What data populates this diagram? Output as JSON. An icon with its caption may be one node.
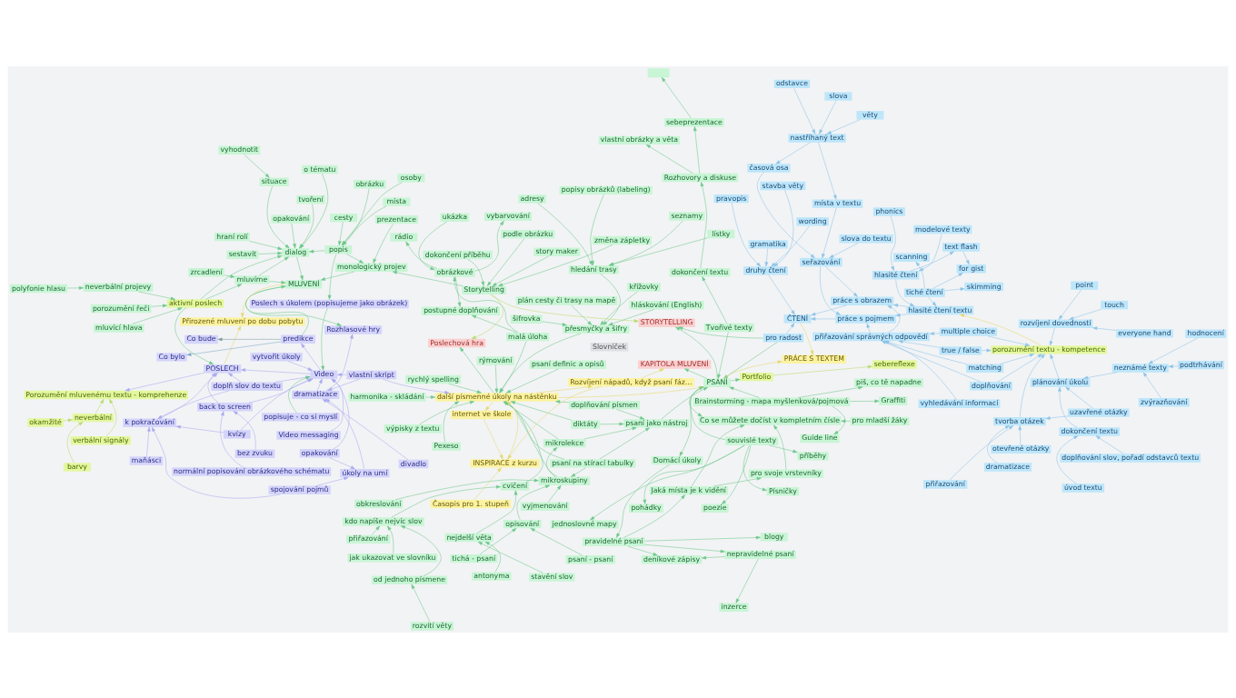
{
  "diagram": {
    "nodes": [
      {
        "text": [
          "porozumění textu - kompetence"
        ]
      },
      {
        "text": [
          "rozvíjení dovedností"
        ]
      },
      {
        "text": [
          "touch"
        ]
      },
      {
        "text": [
          "point"
        ]
      },
      {
        "text": [
          "everyone hand"
        ]
      },
      {
        "text": [
          "plánování úkolu"
        ]
      },
      {
        "text": [
          "neznámé texty"
        ]
      },
      {
        "text": [
          "hodnocení"
        ]
      },
      {
        "text": [
          "podtrhávání"
        ]
      },
      {
        "text": [
          "zvýrazňování"
        ]
      },
      {
        "text": [
          "dokončení textu"
        ]
      },
      {
        "text": [
          "doplňování slov, pořadí odstavců textu"
        ]
      },
      {
        "text": [
          "úvod textu"
        ]
      },
      {
        "text": [
          "uzavřené otázky"
        ]
      },
      {
        "text": [
          "tvorba otázek"
        ]
      },
      {
        "text": [
          "otevřené otázky"
        ]
      },
      {
        "text": [
          "přiřazování"
        ]
      },
      {
        "text": [
          "dramatizace"
        ]
      },
      {
        "text": [
          "matching"
        ]
      },
      {
        "text": [
          "multiple choice"
        ]
      },
      {
        "text": [
          "doplňování"
        ]
      },
      {
        "text": [
          "true / false"
        ]
      },
      {
        "text": [
          "přiřazování správných odpovědí"
        ]
      },
      {
        "text": [
          "vyhledávání informací"
        ]
      },
      {
        "text": [
          "nastříhaný text"
        ]
      },
      {
        "text": [
          "slova"
        ]
      },
      {
        "text": [
          "věty"
        ]
      },
      {
        "text": [
          "odstavce"
        ]
      },
      {
        "text": [
          "časová osa"
        ]
      },
      {
        "text": [
          "seřazování"
        ]
      },
      {
        "text": [
          "místa v textu"
        ]
      },
      {
        "text": [
          "slova do textu"
        ]
      },
      {
        "text": [
          "hlasité čtení textu"
        ]
      },
      {
        "text": [
          "hlasité čtení"
        ]
      },
      {
        "text": [
          "phonics"
        ]
      },
      {
        "text": [
          "modelové texty"
        ]
      },
      {
        "text": [
          "text flash"
        ]
      },
      {
        "text": [
          "for gist"
        ]
      },
      {
        "text": [
          "tiché čtení"
        ]
      },
      {
        "text": [
          "skimming"
        ]
      },
      {
        "text": [
          "scanning"
        ]
      },
      {
        "text": [
          "práce s obrazem"
        ]
      },
      {
        "text": [
          "pro radost"
        ]
      },
      {
        "text": [
          "ČTENÍ"
        ]
      },
      {
        "text": [
          "práce s pojmem"
        ]
      },
      {
        "text": [
          "druhy čtení"
        ]
      },
      {
        "text": [
          "pravopis"
        ]
      },
      {
        "text": [
          "gramatika"
        ]
      },
      {
        "text": [
          "stavba věty"
        ]
      },
      {
        "text": [
          "wording"
        ]
      },
      {
        "text": [
          "PRÁCE S TEXTEM"
        ]
      },
      {
        "text": [
          "PSANÍ"
        ]
      },
      {
        "text": [
          "psaní jako nástroj"
        ]
      },
      {
        "text": [
          "doplňování písmen"
        ]
      },
      {
        "text": [
          "psaní na stírací tabulky"
        ]
      },
      {
        "text": [
          "rychlý spelling"
        ]
      },
      {
        "text": [
          "diktáty"
        ]
      },
      {
        "text": [
          "Pexeso"
        ]
      },
      {
        "text": [
          "tichá - psaní"
        ]
      },
      {
        "text": [
          "psaní - psaní"
        ]
      },
      {
        "text": [
          "opisování"
        ]
      },
      {
        "text": [
          "vyjmenování"
        ]
      },
      {
        "text": [
          "mikroskupiny"
        ]
      },
      {
        "text": [
          "obkreslování"
        ]
      },
      {
        "text": [
          "mikrolekce"
        ]
      },
      {
        "text": [
          "malá úloha"
        ]
      },
      {
        "text": [
          "obrázkové"
        ]
      },
      {
        "text": [
          "ukázka"
        ]
      },
      {
        "text": [
          "rádio"
        ]
      },
      {
        "text": [
          "vybarvování"
        ]
      },
      {
        "text": [
          "postupné doplňování"
        ]
      },
      {
        "text": [
          "psaní definic a opisů"
        ]
      },
      {
        "text": [
          "rýmování"
        ]
      },
      {
        "text": [
          "hledání trasy"
        ]
      },
      {
        "text": [
          "lístky"
        ]
      },
      {
        "text": [
          "adresy"
        ]
      },
      {
        "text": [
          "seznamy"
        ]
      },
      {
        "text": [
          "popisy obrázků (labeling)"
        ]
      },
      {
        "text": [
          "křížovky"
        ]
      },
      {
        "text": [
          "plán cesty či trasy na mapě"
        ]
      },
      {
        "text": [
          "od jednoho písmene"
        ]
      },
      {
        "text": [
          "rozvití věty"
        ]
      },
      {
        "text": [
          "šifrovka"
        ]
      },
      {
        "text": [
          "hláskování (English)"
        ]
      },
      {
        "text": [
          "přesmyčky a šifry"
        ]
      },
      {
        "text": [
          "kdo napíše nejvíc slov"
        ]
      },
      {
        "text": [
          "přiřazování"
        ]
      },
      {
        "text": [
          "jak ukazovat ve slovníku"
        ]
      },
      {
        "text": [
          "cvičení"
        ]
      },
      {
        "text": [
          "nejdelší věta"
        ]
      },
      {
        "text": [
          "antonyma"
        ]
      },
      {
        "text": [
          "stavění slov"
        ]
      },
      {
        "text": [
          "výpisky z textu"
        ]
      },
      {
        "text": [
          "internet ve škole"
        ]
      },
      {
        "text": [
          "INSPIRACE z kurzu"
        ]
      },
      {
        "text": [
          "Časopis pro 1. stupeň"
        ]
      },
      {
        "text": [
          "další písmenné úkoly na nástěnku"
        ]
      },
      {
        "text": [
          "harmonika - skládání"
        ]
      },
      {
        "text": [
          "Brainstorming - mapa myšlenková/pojmová"
        ]
      },
      {
        "text": [
          "Graffiti"
        ]
      },
      {
        "text": [
          "Guide line"
        ]
      },
      {
        "text": [
          "piš, co tě napadne"
        ]
      },
      {
        "text": [
          "Tvořivé texty"
        ]
      },
      {
        "text": [
          "dokončení textu"
        ]
      },
      {
        "text": [
          "Rozhovory a diskuse"
        ]
      },
      {
        "text": [
          "vlastní obrázky a věta"
        ]
      },
      {
        "text": [
          "sebeprezentace"
        ]
      },
      {
        "text": [],
        "shape": "box"
      },
      {
        "text": [
          "souvislé texty"
        ]
      },
      {
        "text": [
          "příběhy"
        ]
      },
      {
        "text": [
          "poezie"
        ]
      },
      {
        "text": [
          "pohádky"
        ]
      },
      {
        "text": [
          "Písničky"
        ]
      },
      {
        "text": [
          "jednoslovné mapy"
        ]
      },
      {
        "text": [
          "Portfolio"
        ]
      },
      {
        "text": [
          "sebereflexe"
        ]
      },
      {
        "text": [
          "Domácí úkoly"
        ]
      },
      {
        "text": [
          "pravidelné psaní"
        ]
      },
      {
        "text": [
          "nepravidelné psaní"
        ]
      },
      {
        "text": [
          "inzerce"
        ]
      },
      {
        "text": [
          "deníkové zápisy"
        ]
      },
      {
        "text": [
          "blogy"
        ]
      },
      {
        "text": [
          "Jaká místa je k vidění"
        ]
      },
      {
        "text": [
          "pro svoje vrstevníky"
        ]
      },
      {
        "text": [
          "pro mladší žáky"
        ]
      },
      {
        "text": [
          "Co se můžete dočíst v kompletním čísle"
        ]
      },
      {
        "text": [
          "Slovníček"
        ]
      },
      {
        "text": [
          "KAPITOLA MLUVENÍ"
        ]
      },
      {
        "text": [
          "STORYTELLING"
        ]
      },
      {
        "text": [
          "Poslechová hra"
        ]
      },
      {
        "text": [
          "Rozvíjení nápadů, když psaní fáz…"
        ]
      },
      {
        "text": [
          "normální popisování obrázkového schématu"
        ]
      },
      {
        "text": [
          "bez zvuku"
        ]
      },
      {
        "text": [
          "doplň slov do textu"
        ]
      },
      {
        "text": [
          "back to screen"
        ]
      },
      {
        "text": [
          "opakování"
        ]
      },
      {
        "text": [
          "kvízy"
        ]
      },
      {
        "text": [
          "spojování pojmů"
        ]
      },
      {
        "text": [
          "úkoly na umí"
        ]
      },
      {
        "text": [
          "divadlo"
        ]
      },
      {
        "text": [
          "maňásci"
        ]
      },
      {
        "text": [
          "Video messaging"
        ]
      },
      {
        "text": [
          "vytvořit úkoly"
        ]
      },
      {
        "text": [
          "vlastní skript"
        ]
      },
      {
        "text": [
          "dramatizace"
        ]
      },
      {
        "text": [
          "k pokračování"
        ]
      },
      {
        "text": [
          "POSLECH"
        ]
      },
      {
        "text": [
          "Video"
        ]
      },
      {
        "text": [
          "Poslech s úkolem (popisujeme jako obrázek)"
        ]
      },
      {
        "text": [
          "popisuje - co si myslí"
        ]
      },
      {
        "text": [
          "Rozhlasové hry"
        ]
      },
      {
        "text": [
          "predikce"
        ]
      },
      {
        "text": [
          "Co bylo"
        ]
      },
      {
        "text": [
          "Co bude"
        ]
      },
      {
        "text": [
          "okamžité"
        ]
      },
      {
        "text": [
          "barvy"
        ]
      },
      {
        "text": [
          "verbální signály"
        ]
      },
      {
        "text": [
          "neverbální"
        ]
      },
      {
        "text": [
          "Porozumění mluvenému textu - komprehenze"
        ]
      },
      {
        "text": [
          "polyfonie hlasu"
        ]
      },
      {
        "text": [
          "neverbální projevy"
        ]
      },
      {
        "text": [
          "porozumění řeči"
        ]
      },
      {
        "text": [
          "mluvící hlava"
        ]
      },
      {
        "text": [
          "aktivní poslech"
        ]
      },
      {
        "text": [
          "zrcadlení"
        ]
      },
      {
        "text": [
          "opakování"
        ]
      },
      {
        "text": [
          "mluvíme"
        ]
      },
      {
        "text": [
          "dialog"
        ]
      },
      {
        "text": [
          "vyhodnotit"
        ]
      },
      {
        "text": [
          "situace"
        ]
      },
      {
        "text": [
          "o tématu"
        ]
      },
      {
        "text": [
          "sestavit"
        ]
      },
      {
        "text": [
          "hraní rolí"
        ]
      },
      {
        "text": [
          "tvoření"
        ]
      },
      {
        "text": [
          "popis"
        ]
      },
      {
        "text": [
          "obrázku"
        ]
      },
      {
        "text": [
          "místa"
        ]
      },
      {
        "text": [
          "cesty"
        ]
      },
      {
        "text": [
          "osoby"
        ]
      },
      {
        "text": [
          "MLUVENÍ"
        ]
      },
      {
        "text": [
          "monologický projev"
        ]
      },
      {
        "text": [
          "prezentace"
        ]
      },
      {
        "text": [
          "Storytelling"
        ]
      },
      {
        "text": [
          "podle obrázku"
        ]
      },
      {
        "text": [
          "story maker"
        ]
      },
      {
        "text": [
          "dokončení příběhu"
        ]
      },
      {
        "text": [
          "změna zápletky"
        ]
      },
      {
        "text": [
          "Přirozené mluvení po dobu pobytu"
        ]
      }
    ],
    "edges": [
      {
        "from": 2,
        "to": 1,
        "arrow": "to",
        "color": "#8cc4e8"
      },
      {
        "from": 3,
        "to": 1,
        "arrow": "to",
        "color": "#8cc4e8"
      },
      {
        "from": 4,
        "to": 1,
        "arrow": "to",
        "color": "#8cc4e8"
      },
      {
        "from": 1,
        "to": 0,
        "arrow": "to",
        "color": "#8cc4e8"
      },
      {
        "from": 5,
        "to": 0,
        "arrow": "to",
        "color": "#8cc4e8"
      },
      {
        "from": 6,
        "to": 5,
        "arrow": "to",
        "color": "#8cc4e8"
      },
      {
        "from": 7,
        "to": 6,
        "arrow": "to",
        "color": "#8cc4e8"
      },
      {
        "from": 8,
        "to": 6,
        "arrow": "to",
        "color": "#8cc4e8"
      },
      {
        "from": 9,
        "to": 6,
        "arrow": "to",
        "color": "#8cc4e8"
      },
      {
        "from": 10,
        "to": 5,
        "arrow": "to",
        "color": "#8cc4e8"
      },
      {
        "from": 11,
        "to": 10,
        "arrow": "to",
        "color": "#8cc4e8"
      },
      {
        "from": 12,
        "to": 10,
        "arrow": "to",
        "color": "#8cc4e8"
      },
      {
        "from": 13,
        "to": 5,
        "arrow": "to",
        "color": "#8cc4e8"
      },
      {
        "from": 14,
        "to": 0,
        "arrow": "to",
        "color": "#8cc4e8"
      },
      {
        "from": 13,
        "to": 14,
        "arrow": "to",
        "color": "#8cc4e8"
      },
      {
        "from": 15,
        "to": 14,
        "arrow": "to",
        "color": "#8cc4e8"
      },
      {
        "from": 16,
        "to": 14,
        "arrow": "to",
        "color": "#8cc4e8"
      },
      {
        "from": 17,
        "to": 14,
        "arrow": "to",
        "color": "#8cc4e8"
      },
      {
        "from": 18,
        "to": 0,
        "arrow": "to",
        "color": "#8cc4e8"
      },
      {
        "from": 19,
        "to": 0,
        "arrow": "to",
        "color": "#8cc4e8"
      },
      {
        "from": 20,
        "to": 0,
        "arrow": "to",
        "color": "#8cc4e8"
      },
      {
        "from": 21,
        "to": 0,
        "arrow": "to",
        "color": "#8cc4e8"
      },
      {
        "from": 18,
        "to": 22,
        "arrow": "to",
        "color": "#8cc4e8"
      },
      {
        "from": 19,
        "to": 22,
        "arrow": "to",
        "color": "#8cc4e8"
      },
      {
        "from": 20,
        "to": 22,
        "arrow": "to",
        "color": "#8cc4e8"
      },
      {
        "from": 21,
        "to": 22,
        "arrow": "to",
        "color": "#8cc4e8"
      },
      {
        "from": 23,
        "to": 22,
        "arrow": "to",
        "color": "#8cc4e8"
      },
      {
        "from": 22,
        "to": 41,
        "arrow": "to",
        "color": "#8cc4e8"
      },
      {
        "from": 22,
        "to": 44,
        "arrow": "to",
        "color": "#8cc4e8"
      },
      {
        "from": 25,
        "to": 24,
        "arrow": "to",
        "color": "#8cc4e8"
      },
      {
        "from": 26,
        "to": 24,
        "arrow": "to",
        "color": "#8cc4e8"
      },
      {
        "from": 27,
        "to": 24,
        "arrow": "to",
        "color": "#8cc4e8"
      },
      {
        "from": 24,
        "to": 28,
        "arrow": "to",
        "color": "#8cc4e8"
      },
      {
        "from": 24,
        "to": 30,
        "arrow": "to",
        "color": "#8cc4e8"
      },
      {
        "from": 28,
        "to": 29,
        "arrow": "to",
        "color": "#8cc4e8"
      },
      {
        "from": 30,
        "to": 29,
        "arrow": "to",
        "color": "#8cc4e8"
      },
      {
        "from": 31,
        "to": 29,
        "arrow": "to",
        "color": "#8cc4e8"
      },
      {
        "from": 29,
        "to": 41,
        "arrow": "to",
        "color": "#8cc4e8"
      },
      {
        "from": 29,
        "to": 44,
        "arrow": "to",
        "color": "#8cc4e8"
      },
      {
        "from": 0,
        "to": 32,
        "arrow": "to",
        "color": "#e6d96a"
      },
      {
        "from": 33,
        "to": 32,
        "arrow": "to",
        "color": "#8cc4e8"
      },
      {
        "from": 34,
        "to": 33,
        "arrow": "to",
        "color": "#8cc4e8"
      },
      {
        "from": 35,
        "to": 33,
        "arrow": "to",
        "color": "#8cc4e8"
      },
      {
        "from": 33,
        "to": 36,
        "arrow": "to",
        "color": "#8cc4e8"
      },
      {
        "from": 36,
        "to": 37,
        "arrow": "to",
        "color": "#8cc4e8"
      },
      {
        "from": 38,
        "to": 37,
        "arrow": "to",
        "color": "#8cc4e8"
      },
      {
        "from": 38,
        "to": 39,
        "arrow": "to",
        "color": "#8cc4e8"
      },
      {
        "from": 38,
        "to": 40,
        "arrow": "to",
        "color": "#8cc4e8"
      },
      {
        "from": 38,
        "to": 32,
        "arrow": "to",
        "color": "#8cc4e8"
      },
      {
        "from": 32,
        "to": 44,
        "arrow": "to",
        "color": "#8cc4e8"
      },
      {
        "from": 32,
        "to": 41,
        "arrow": "to",
        "color": "#8cc4e8"
      },
      {
        "from": 41,
        "to": 43,
        "arrow": "to",
        "color": "#8cc4e8"
      },
      {
        "from": 44,
        "to": 43,
        "arrow": "to",
        "color": "#8cc4e8"
      },
      {
        "from": 42,
        "to": 43,
        "arrow": "to",
        "color": "#8cc4e8"
      },
      {
        "from": 45,
        "to": 43,
        "arrow": "to",
        "color": "#8cc4e8"
      },
      {
        "from": 46,
        "to": 45,
        "arrow": "to",
        "color": "#8cc4e8"
      },
      {
        "from": 47,
        "to": 45,
        "arrow": "to",
        "color": "#8cc4e8"
      },
      {
        "from": 48,
        "to": 45,
        "arrow": "to",
        "color": "#8cc4e8"
      },
      {
        "from": 49,
        "to": 45,
        "arrow": "to",
        "color": "#8cc4e8"
      },
      {
        "from": 43,
        "to": 50,
        "arrow": "to",
        "color": "#e6d96a"
      },
      {
        "from": 42,
        "to": 51,
        "arrow": "to"
      },
      {
        "from": 42,
        "to": 128,
        "arrow": "to"
      },
      {
        "from": 51,
        "to": 50,
        "arrow": "to",
        "color": "#e6d96a"
      },
      {
        "from": 52,
        "to": 51,
        "arrow": "to"
      },
      {
        "from": 96,
        "to": 51,
        "arrow": "to",
        "color": "#e6d96a"
      },
      {
        "from": 98,
        "to": 51,
        "arrow": "to"
      },
      {
        "from": 102,
        "to": 51,
        "arrow": "to"
      },
      {
        "from": 108,
        "to": 51,
        "arrow": "to"
      },
      {
        "from": 51,
        "to": 114,
        "arrow": "to"
      },
      {
        "from": 51,
        "to": 116,
        "arrow": "to"
      },
      {
        "from": 53,
        "to": 96,
        "arrow": "to"
      },
      {
        "from": 54,
        "to": 96,
        "arrow": "to"
      },
      {
        "from": 55,
        "to": 96,
        "arrow": "to"
      },
      {
        "from": 56,
        "to": 96,
        "arrow": "to"
      },
      {
        "from": 57,
        "to": 96,
        "arrow": "to"
      },
      {
        "from": 65,
        "to": 96,
        "arrow": "to"
      },
      {
        "from": 72,
        "to": 96,
        "arrow": "to"
      },
      {
        "from": 84,
        "to": 96,
        "arrow": "to"
      },
      {
        "from": 88,
        "to": 96,
        "arrow": "to"
      },
      {
        "from": 92,
        "to": 96,
        "arrow": "to"
      },
      {
        "from": 62,
        "to": 96,
        "arrow": "to"
      },
      {
        "from": 64,
        "to": 96,
        "arrow": "to"
      },
      {
        "from": 54,
        "to": 52,
        "arrow": "to"
      },
      {
        "from": 56,
        "to": 52,
        "arrow": "to"
      },
      {
        "from": 64,
        "to": 52,
        "arrow": "to"
      },
      {
        "from": 53,
        "to": 52,
        "arrow": "to"
      },
      {
        "from": 58,
        "to": 60,
        "arrow": "to"
      },
      {
        "from": 59,
        "to": 60,
        "arrow": "to"
      },
      {
        "from": 60,
        "to": 62,
        "arrow": "to"
      },
      {
        "from": 61,
        "to": 62,
        "arrow": "to"
      },
      {
        "from": 63,
        "to": 62,
        "arrow": "to"
      },
      {
        "from": 62,
        "to": 64,
        "arrow": "to"
      },
      {
        "from": 54,
        "to": 62,
        "arrow": "to"
      },
      {
        "from": 67,
        "to": 66,
        "arrow": "to"
      },
      {
        "from": 65,
        "to": 66,
        "arrow": "to"
      },
      {
        "from": 66,
        "to": 68,
        "arrow": "to"
      },
      {
        "from": 66,
        "to": 69,
        "arrow": "to"
      },
      {
        "from": 66,
        "to": 70,
        "arrow": "to"
      },
      {
        "from": 65,
        "to": 70,
        "arrow": "to"
      },
      {
        "from": 71,
        "to": 96,
        "arrow": "to"
      },
      {
        "from": 74,
        "to": 73,
        "arrow": "to"
      },
      {
        "from": 75,
        "to": 73,
        "arrow": "to"
      },
      {
        "from": 76,
        "to": 73,
        "arrow": "to"
      },
      {
        "from": 77,
        "to": 73,
        "arrow": "to"
      },
      {
        "from": 73,
        "to": 84,
        "arrow": "to"
      },
      {
        "from": 78,
        "to": 84,
        "arrow": "to"
      },
      {
        "from": 79,
        "to": 84,
        "arrow": "to"
      },
      {
        "from": 83,
        "to": 84,
        "arrow": "to"
      },
      {
        "from": 82,
        "to": 84,
        "arrow": "to"
      },
      {
        "from": 80,
        "to": 85,
        "arrow": "to"
      },
      {
        "from": 81,
        "to": 80,
        "arrow": "to"
      },
      {
        "from": 86,
        "to": 85,
        "arrow": "to"
      },
      {
        "from": 87,
        "to": 85,
        "arrow": "to"
      },
      {
        "from": 85,
        "to": 88,
        "arrow": "to"
      },
      {
        "from": 89,
        "to": 88,
        "arrow": "to"
      },
      {
        "from": 90,
        "to": 89,
        "arrow": "to"
      },
      {
        "from": 91,
        "to": 89,
        "arrow": "to"
      },
      {
        "from": 93,
        "to": 94,
        "arrow": "to",
        "color": "#e6d96a"
      },
      {
        "from": 94,
        "to": 96,
        "arrow": "to",
        "color": "#e6d96a"
      },
      {
        "from": 95,
        "to": 94,
        "arrow": "to",
        "color": "#e6d96a"
      },
      {
        "from": 130,
        "to": 94,
        "arrow": "to",
        "color": "#e6d96a"
      },
      {
        "from": 96,
        "to": 130,
        "arrow": "to",
        "color": "#e6d96a"
      },
      {
        "from": 96,
        "to": 93,
        "arrow": "to",
        "color": "#e6d96a"
      },
      {
        "from": 97,
        "to": 96,
        "arrow": "to"
      },
      {
        "from": 98,
        "to": 99,
        "arrow": "to"
      },
      {
        "from": 98,
        "to": 100,
        "arrow": "to"
      },
      {
        "from": 98,
        "to": 101,
        "arrow": "to"
      },
      {
        "from": 102,
        "to": 103,
        "arrow": "to"
      },
      {
        "from": 103,
        "to": 104,
        "arrow": "to"
      },
      {
        "from": 104,
        "to": 105,
        "arrow": "to"
      },
      {
        "from": 104,
        "to": 106,
        "arrow": "to"
      },
      {
        "from": 106,
        "to": 107,
        "arrow": "to"
      },
      {
        "from": 108,
        "to": 109,
        "arrow": "to"
      },
      {
        "from": 108,
        "to": 110,
        "arrow": "to"
      },
      {
        "from": 108,
        "to": 111,
        "arrow": "to"
      },
      {
        "from": 108,
        "to": 112,
        "arrow": "to"
      },
      {
        "from": 108,
        "to": 113,
        "arrow": "to"
      },
      {
        "from": 114,
        "to": 115,
        "arrow": "to",
        "color": "#b8dc6a"
      },
      {
        "from": 116,
        "to": 117,
        "arrow": "to"
      },
      {
        "from": 117,
        "to": 118,
        "arrow": "to"
      },
      {
        "from": 118,
        "to": 119,
        "arrow": "to"
      },
      {
        "from": 118,
        "to": 120,
        "arrow": "to"
      },
      {
        "from": 117,
        "to": 120,
        "arrow": "to"
      },
      {
        "from": 117,
        "to": 121,
        "arrow": "to"
      },
      {
        "from": 117,
        "to": 122,
        "arrow": "to"
      },
      {
        "from": 122,
        "to": 123,
        "arrow": "to"
      },
      {
        "from": 122,
        "to": 125,
        "arrow": "to"
      },
      {
        "from": 124,
        "to": 125,
        "arrow": "to"
      },
      {
        "from": 123,
        "to": 125,
        "arrow": "to"
      },
      {
        "from": 51,
        "to": 125,
        "arrow": "to"
      },
      {
        "from": 51,
        "to": 127,
        "arrow": "to"
      },
      {
        "from": 51,
        "to": 128,
        "arrow": "to"
      },
      {
        "from": 96,
        "to": 129,
        "arrow": "to"
      },
      {
        "from": 130,
        "to": 127,
        "arrow": "to",
        "color": "#e6d96a"
      },
      {
        "from": 133,
        "to": 147,
        "arrow": "to",
        "color": "#a9a9f0"
      },
      {
        "from": 133,
        "to": 146,
        "arrow": "to",
        "color": "#a9a9f0"
      },
      {
        "from": 133,
        "to": 145,
        "arrow": "to",
        "color": "#a9a9f0"
      },
      {
        "from": 131,
        "to": 134,
        "arrow": "to",
        "color": "#a9a9f0"
      },
      {
        "from": 132,
        "to": 134,
        "arrow": "to",
        "color": "#a9a9f0"
      },
      {
        "from": 134,
        "to": 147,
        "arrow": "to",
        "color": "#a9a9f0"
      },
      {
        "from": 134,
        "to": 146,
        "arrow": "to",
        "color": "#a9a9f0"
      },
      {
        "from": 136,
        "to": 147,
        "arrow": "to",
        "color": "#a9a9f0"
      },
      {
        "from": 136,
        "to": 145,
        "arrow": "to",
        "color": "#a9a9f0"
      },
      {
        "from": 135,
        "to": 147,
        "arrow": "to",
        "color": "#a9a9f0"
      },
      {
        "from": 135,
        "to": 138,
        "arrow": "to",
        "color": "#a9a9f0"
      },
      {
        "from": 137,
        "to": 138,
        "arrow": "to",
        "color": "#a9a9f0"
      },
      {
        "from": 137,
        "to": 145,
        "arrow": "to",
        "color": "#a9a9f0"
      },
      {
        "from": 138,
        "to": 144,
        "arrow": "to",
        "color": "#a9a9f0"
      },
      {
        "from": 139,
        "to": 144,
        "arrow": "to",
        "color": "#a9a9f0"
      },
      {
        "from": 140,
        "to": 145,
        "arrow": "to",
        "color": "#a9a9f0"
      },
      {
        "from": 141,
        "to": 147,
        "arrow": "to",
        "color": "#a9a9f0"
      },
      {
        "from": 142,
        "to": 147,
        "arrow": "to",
        "color": "#a9a9f0"
      },
      {
        "from": 143,
        "to": 147,
        "arrow": "to",
        "color": "#a9a9f0"
      },
      {
        "from": 143,
        "to": 144,
        "arrow": "to",
        "color": "#a9a9f0"
      },
      {
        "from": 144,
        "to": 147,
        "arrow": "to",
        "color": "#a9a9f0"
      },
      {
        "from": 145,
        "to": 146,
        "arrow": "to",
        "color": "#a9a9f0"
      },
      {
        "from": 147,
        "to": 146,
        "arrow": "to",
        "color": "#a9a9f0"
      },
      {
        "from": 144,
        "to": 150,
        "arrow": "to",
        "color": "#a9a9f0"
      },
      {
        "from": 148,
        "to": 147,
        "arrow": "to"
      },
      {
        "from": 149,
        "to": 147,
        "arrow": "to"
      },
      {
        "from": 147,
        "to": 151,
        "arrow": "to",
        "color": "#a9a9f0"
      },
      {
        "from": 151,
        "to": 152,
        "arrow": "to",
        "color": "#7fa8c8"
      },
      {
        "from": 151,
        "to": 153,
        "arrow": "to",
        "color": "#7f9f9f"
      },
      {
        "from": 143,
        "to": 96,
        "arrow": "to",
        "color": "#a9a9f0"
      },
      {
        "from": 146,
        "to": 158,
        "arrow": "to",
        "color": "#a9a9f0"
      },
      {
        "from": 146,
        "to": 187,
        "arrow": "to",
        "color": "#e6d96a"
      },
      {
        "from": 154,
        "to": 157,
        "arrow": "to",
        "color": "#b8dc6a"
      },
      {
        "from": 155,
        "to": 157,
        "arrow": "to",
        "color": "#b8dc6a"
      },
      {
        "from": 157,
        "to": 158,
        "arrow": "to",
        "color": "#b8dc6a"
      },
      {
        "from": 156,
        "to": 158,
        "arrow": "to",
        "color": "#b8dc6a"
      },
      {
        "from": 159,
        "to": 160,
        "arrow": "to"
      },
      {
        "from": 160,
        "to": 163,
        "arrow": "to"
      },
      {
        "from": 161,
        "to": 163,
        "arrow": "to"
      },
      {
        "from": 162,
        "to": 163,
        "arrow": "to"
      },
      {
        "from": 163,
        "to": 146,
        "arrow": "to"
      },
      {
        "from": 163,
        "to": 167,
        "arrow": "to"
      },
      {
        "from": 163,
        "to": 166,
        "arrow": "to"
      },
      {
        "from": 164,
        "to": 166,
        "arrow": "to"
      },
      {
        "from": 165,
        "to": 167,
        "arrow": "to"
      },
      {
        "from": 166,
        "to": 167,
        "arrow": "to"
      },
      {
        "from": 166,
        "to": 179,
        "arrow": "to"
      },
      {
        "from": 168,
        "to": 169,
        "arrow": "to"
      },
      {
        "from": 169,
        "to": 167,
        "arrow": "to"
      },
      {
        "from": 170,
        "to": 167,
        "arrow": "to"
      },
      {
        "from": 171,
        "to": 167,
        "arrow": "to"
      },
      {
        "from": 172,
        "to": 167,
        "arrow": "to"
      },
      {
        "from": 173,
        "to": 167,
        "arrow": "to"
      },
      {
        "from": 167,
        "to": 179,
        "arrow": "to"
      },
      {
        "from": 175,
        "to": 174,
        "arrow": "to"
      },
      {
        "from": 176,
        "to": 174,
        "arrow": "to"
      },
      {
        "from": 177,
        "to": 174,
        "arrow": "to"
      },
      {
        "from": 178,
        "to": 174,
        "arrow": "to"
      },
      {
        "from": 174,
        "to": 167,
        "arrow": "to"
      },
      {
        "from": 174,
        "to": 180,
        "arrow": "to"
      },
      {
        "from": 174,
        "to": 148,
        "arrow": "to"
      },
      {
        "from": 180,
        "to": 179,
        "arrow": "to"
      },
      {
        "from": 181,
        "to": 180,
        "arrow": "to"
      },
      {
        "from": 182,
        "to": 180,
        "arrow": "to"
      },
      {
        "from": 183,
        "to": 182,
        "arrow": "to"
      },
      {
        "from": 184,
        "to": 182,
        "arrow": "to"
      },
      {
        "from": 185,
        "to": 182,
        "arrow": "to"
      },
      {
        "from": 186,
        "to": 182,
        "arrow": "to"
      },
      {
        "from": 182,
        "to": 128,
        "arrow": "to",
        "color": "#b8dc6a"
      },
      {
        "from": 182,
        "to": 129,
        "arrow": "to",
        "color": "#b8dc6a"
      },
      {
        "from": 179,
        "to": 150,
        "arrow": "to"
      },
      {
        "from": 179,
        "to": 187,
        "arrow": "to",
        "color": "#e6d96a"
      },
      {
        "from": 151,
        "to": 179,
        "arrow": "to"
      }
    ]
  }
}
